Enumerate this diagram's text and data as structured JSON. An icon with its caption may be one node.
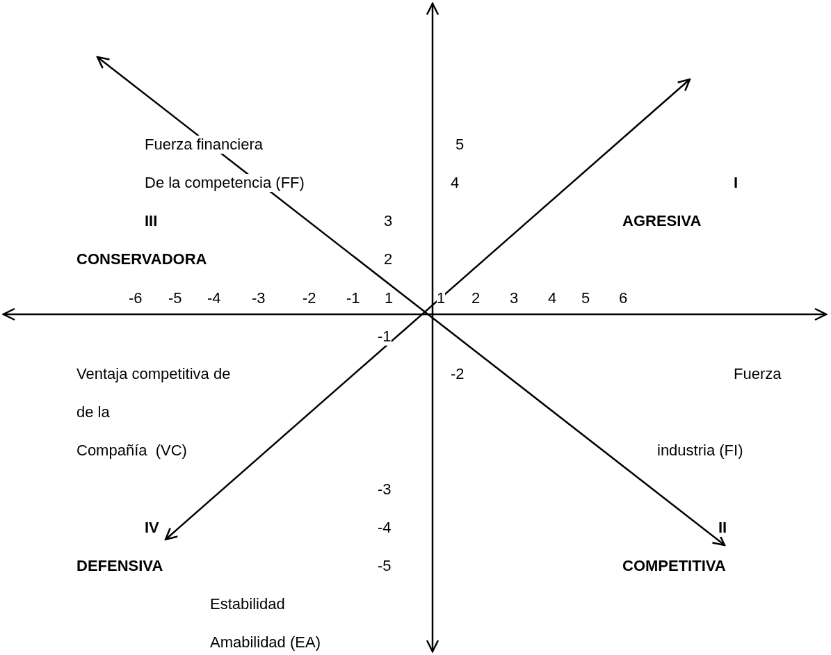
{
  "diagram": {
    "labels": [
      "Fuerza financiera",
      "5",
      "De la competencia (FF)",
      "4",
      "I",
      "III",
      "3",
      "AGRESIVA",
      "CONSERVADORA",
      "2",
      "-6",
      "-5",
      "-4",
      "-3",
      "-2",
      "-1",
      "1",
      "1",
      "2",
      "3",
      "4",
      "5",
      "6",
      "-1",
      "Ventaja competitiva de",
      "-2",
      "Fuerza",
      "de la",
      "Compañía  (VC)",
      "industria (FI)",
      "-3",
      "IV",
      "-4",
      "II",
      "DEFENSIVA",
      "-5",
      "COMPETITIVA",
      "Estabilidad",
      "Amabilidad (EA)"
    ]
  }
}
